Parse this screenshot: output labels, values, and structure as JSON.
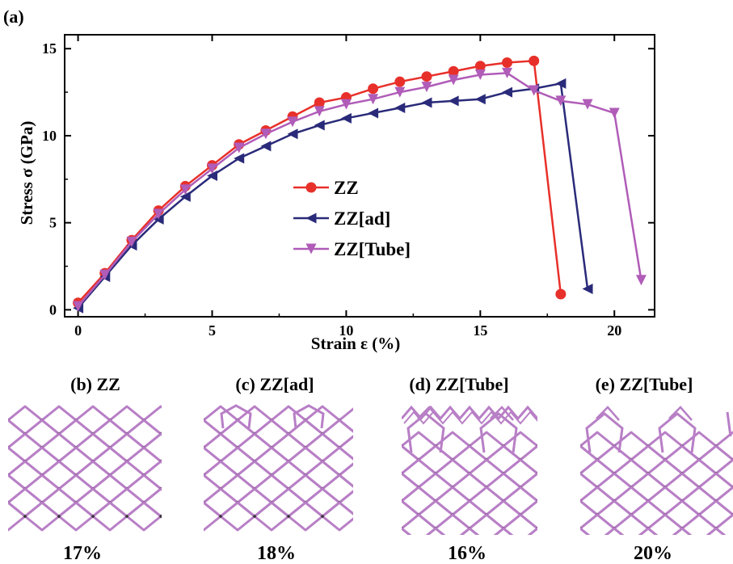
{
  "panel_a_label": "(a)",
  "chart_data": {
    "type": "line",
    "xlabel": "Strain ε (%)",
    "ylabel": "Stress σ (GPa)",
    "xlim": [
      -0.5,
      21.5
    ],
    "ylim": [
      -0.4,
      15.8
    ],
    "x_ticks": [
      0,
      5,
      10,
      15,
      20
    ],
    "y_ticks": [
      0,
      5,
      10,
      15
    ],
    "grid": false,
    "legend_position": "center",
    "series": [
      {
        "name": "ZZ",
        "color": "#e8302a",
        "marker": "circle",
        "x": [
          0,
          1,
          2,
          3,
          4,
          5,
          6,
          7,
          8,
          9,
          10,
          11,
          12,
          13,
          14,
          15,
          16,
          17,
          18
        ],
        "y": [
          0.4,
          2.1,
          4.0,
          5.7,
          7.1,
          8.3,
          9.5,
          10.3,
          11.1,
          11.9,
          12.2,
          12.7,
          13.1,
          13.4,
          13.7,
          14.0,
          14.2,
          14.3,
          0.9
        ]
      },
      {
        "name": "ZZ[ad]",
        "color": "#2a2a7a",
        "marker": "triangle-left",
        "x": [
          0,
          1,
          2,
          3,
          4,
          5,
          6,
          7,
          8,
          9,
          10,
          11,
          12,
          13,
          14,
          15,
          16,
          17,
          18,
          19
        ],
        "y": [
          0.1,
          1.9,
          3.7,
          5.2,
          6.5,
          7.7,
          8.7,
          9.4,
          10.1,
          10.6,
          11.0,
          11.3,
          11.6,
          11.9,
          12.0,
          12.1,
          12.5,
          12.7,
          13.0,
          1.2
        ]
      },
      {
        "name": "ZZ[Tube]",
        "color": "#b05cb8",
        "marker": "triangle-down",
        "x": [
          0,
          1,
          2,
          3,
          4,
          5,
          6,
          7,
          8,
          9,
          10,
          11,
          12,
          13,
          14,
          15,
          16,
          17,
          18,
          19,
          20,
          21
        ],
        "y": [
          0.2,
          2.0,
          3.9,
          5.5,
          6.9,
          8.1,
          9.3,
          10.1,
          10.8,
          11.4,
          11.8,
          12.1,
          12.5,
          12.8,
          13.2,
          13.5,
          13.6,
          12.6,
          12.0,
          11.8,
          11.3,
          1.7
        ]
      }
    ]
  },
  "structures": [
    {
      "label": "(b) ZZ",
      "strain": "17%"
    },
    {
      "label": "(c) ZZ[ad]",
      "strain": "18%"
    },
    {
      "label": "(d) ZZ[Tube]",
      "strain": "16%"
    },
    {
      "label": "(e) ZZ[Tube]",
      "strain": "20%"
    }
  ],
  "lattice_color": "#b87fc6"
}
